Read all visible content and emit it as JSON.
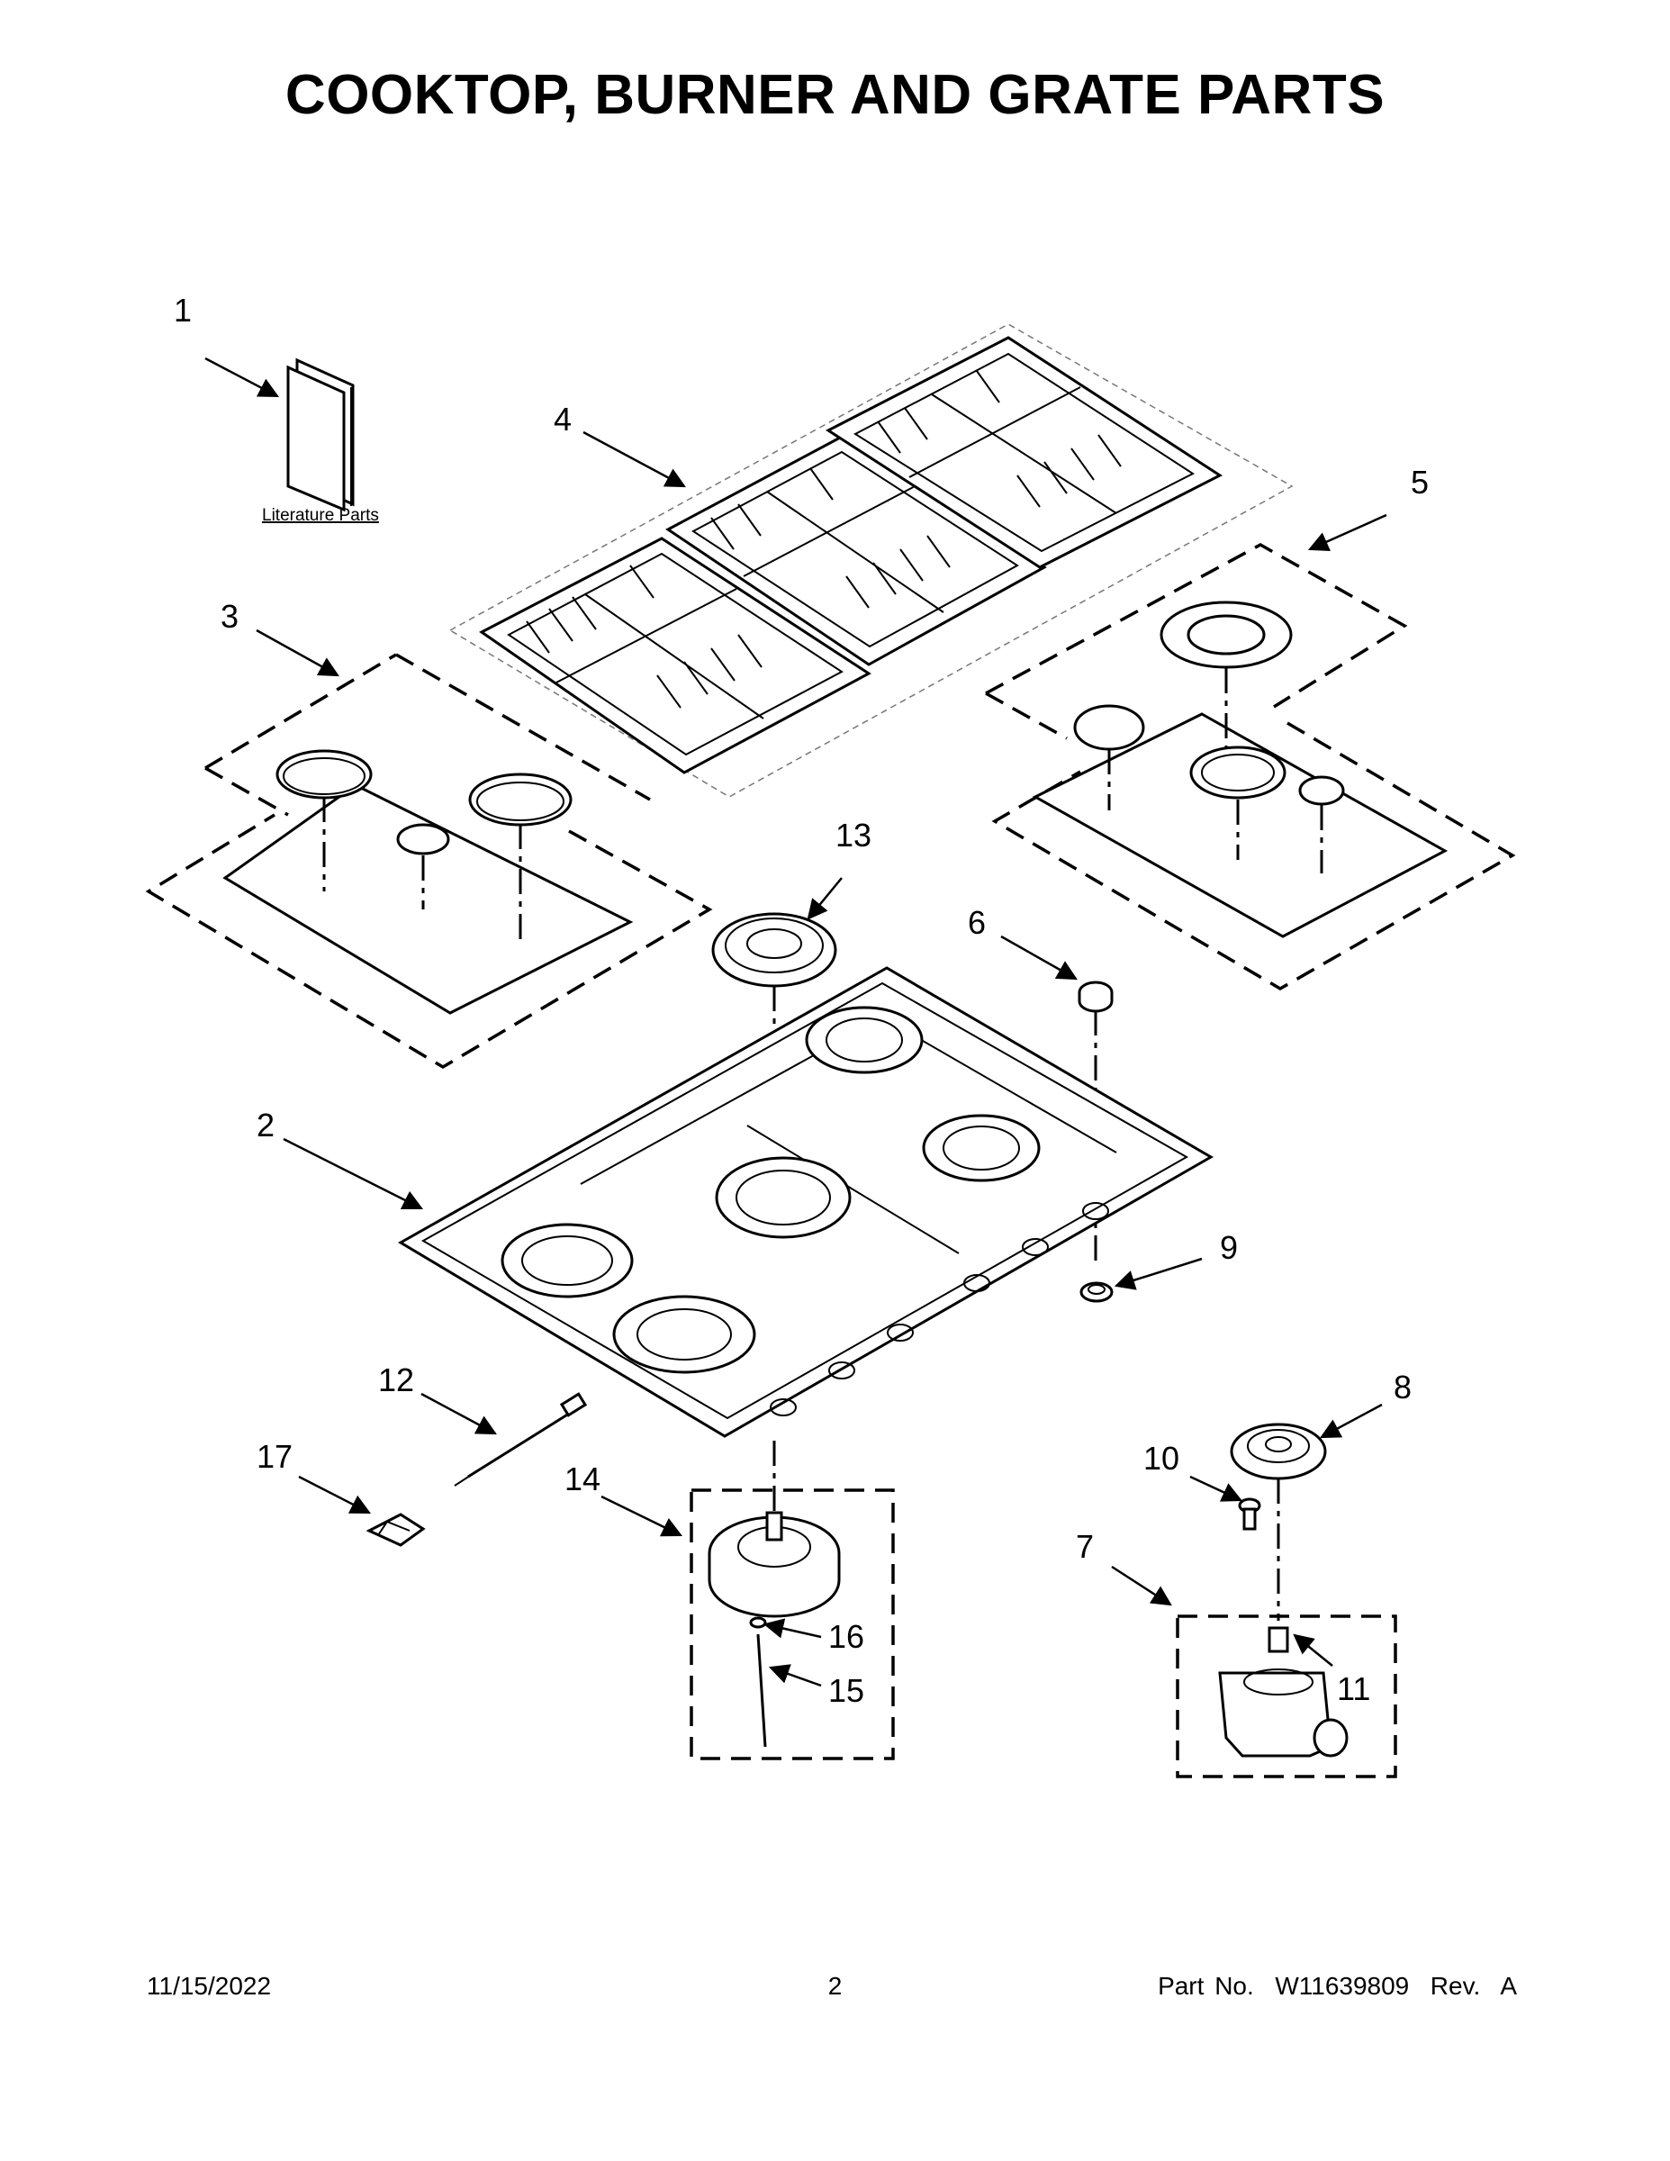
{
  "page": {
    "title": "COOKTOP, BURNER AND GRATE PARTS"
  },
  "literature_label": "Literature Parts",
  "callouts": [
    "1",
    "2",
    "3",
    "4",
    "5",
    "6",
    "7",
    "8",
    "9",
    "10",
    "11",
    "12",
    "13",
    "14",
    "15",
    "16",
    "17"
  ],
  "footer": {
    "date": "11/15/2022",
    "page_number": "2",
    "part_number": "Part No.  W11639809  Rev.  A"
  }
}
